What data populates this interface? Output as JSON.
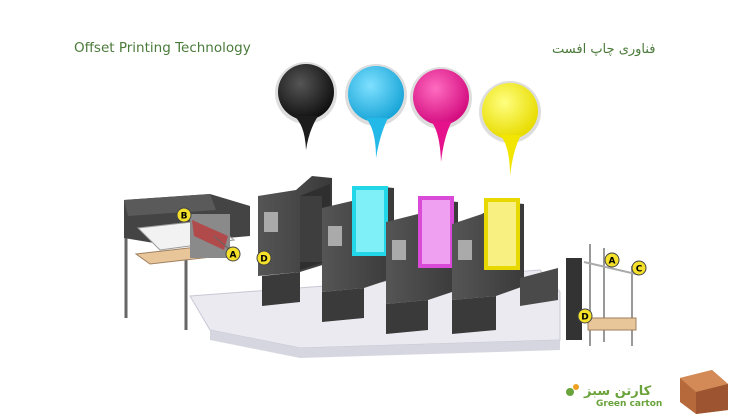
{
  "title_en": "Offset Printing Technology",
  "title_fa": "فناوری چاپ افست",
  "ink_colors": {
    "black": "#1c1c1c",
    "cyan": "#22b8e8",
    "magenta": "#e6128c",
    "yellow": "#f2e600"
  },
  "callouts": {
    "A": "A",
    "B": "B",
    "C": "C",
    "D": "D"
  },
  "logo": {
    "name_fa": "کارتن سبز",
    "name_en": "Green carton",
    "icon": "box-logo-icon"
  }
}
